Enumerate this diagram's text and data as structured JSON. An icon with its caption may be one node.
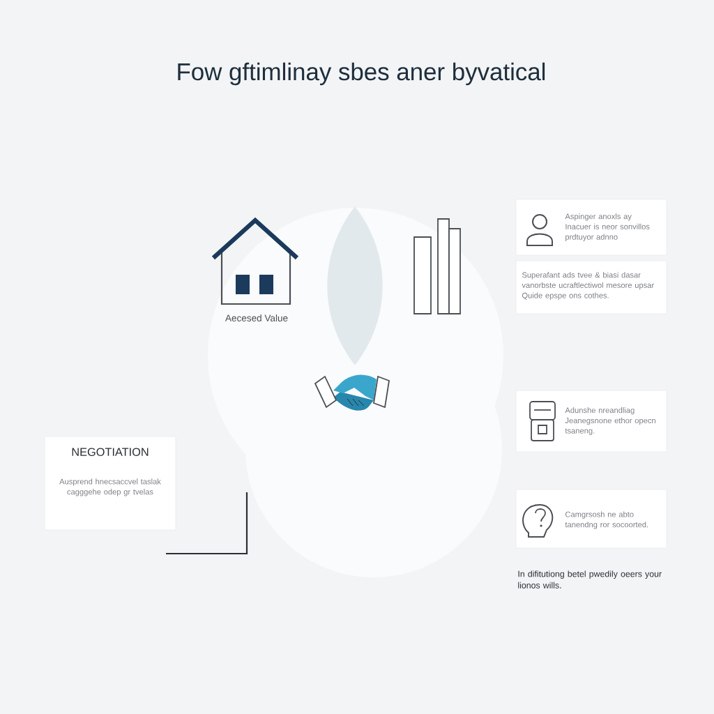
{
  "diagram": {
    "title": "Fow gftimlinay sbes aner byvatical",
    "nodes": [
      {
        "text": [],
        "shape": "lens"
      },
      {
        "text": [
          "Aspinger anoxls ay Inacuer is neor sonvillos prdtuyor adnno"
        ]
      },
      {
        "text": [
          "Superafant ads tvee & biasi dasar vanorbste ucraftlectiwol mesore upsar Quide epspe ons cothes."
        ]
      },
      {
        "text": [
          "Adunshe nreandliag Jeanegsnone ethor opecn tsaneng."
        ]
      },
      {
        "text": [
          "NEGOTIATION",
          "Ausprend hnecsaccvel taslak cagggehe odep gr tvelas"
        ]
      },
      {
        "text": [
          "Camgrsosh ne abto tanendng ror socoorted."
        ]
      }
    ],
    "labels": [
      "Aecesed Value",
      "In difitutiong betel pwedily oeers your lionos wills."
    ]
  }
}
